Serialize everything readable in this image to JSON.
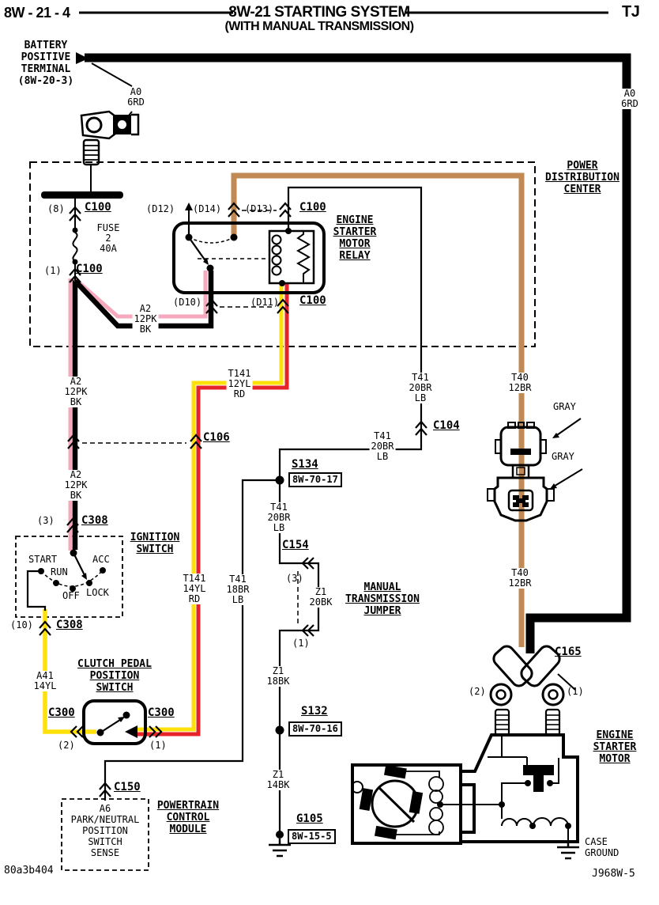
{
  "header": {
    "page_ref": "8W - 21 - 4",
    "title": "8W-21 STARTING SYSTEM",
    "subtitle": "(WITH MANUAL TRANSMISSION)",
    "vehicle": "TJ"
  },
  "colors": {
    "yellow": "#FFE10A",
    "red": "#E62329",
    "pink": "#F6A8BC",
    "brown": "#C18954",
    "black": "#000000"
  },
  "components": {
    "battery": "BATTERY\nPOSITIVE\nTERMINAL\n(8W-20-3)",
    "pdc": "POWER\nDISTRIBUTION\nCENTER",
    "relay": "ENGINE\nSTARTER\nMOTOR\nRELAY",
    "ignition": "IGNITION\nSWITCH",
    "clutch": "CLUTCH PEDAL\nPOSITION\nSWITCH",
    "jumper": "MANUAL\nTRANSMISSION\nJUMPER",
    "pcm": "POWERTRAIN\nCONTROL\nMODULE",
    "pcm_pin": "A6\nPARK/NEUTRAL\nPOSITION\nSWITCH\nSENSE",
    "starter": "ENGINE\nSTARTER\nMOTOR",
    "case_ground": "CASE\nGROUND",
    "fuse": "FUSE\n2\n40A",
    "gray": "GRAY"
  },
  "connectors": {
    "c100": "C100",
    "c104": "C104",
    "c106": "C106",
    "c150": "C150",
    "c154": "C154",
    "c165": "C165",
    "c300": "C300",
    "c308": "C308"
  },
  "pins": {
    "p8": "(8)",
    "p1": "(1)",
    "p2": "(2)",
    "p3": "(3)",
    "p10": "(10)",
    "d10": "(D10)",
    "d11": "(D11)",
    "d12": "(D12)",
    "d13": "(D13)",
    "d14": "(D14)"
  },
  "splices": {
    "s134": {
      "name": "S134",
      "ref": "8W-70-17"
    },
    "s132": {
      "name": "S132",
      "ref": "8W-70-16"
    }
  },
  "grounds": {
    "g105": {
      "name": "G105",
      "ref": "8W-15-5"
    }
  },
  "ignition_positions": {
    "start": "START",
    "run": "RUN",
    "acc": "ACC",
    "off": "OFF",
    "lock": "LOCK"
  },
  "wires": {
    "a0": "A0\n6RD",
    "a2": "A2\n12PK\nBK",
    "a41": "A41\n14YL",
    "t141_12": "T141\n12YL\nRD",
    "t141_14": "T141\n14YL\nRD",
    "t40": "T40\n12BR",
    "t41_20": "T41\n20BR\nLB",
    "t41_18": "T41\n18BR\nLB",
    "z1_20": "Z1\n20BK",
    "z1_18": "Z1\n18BK",
    "z1_14": "Z1\n14BK"
  },
  "footer": {
    "left": "80a3b404",
    "right": "J968W-5"
  }
}
